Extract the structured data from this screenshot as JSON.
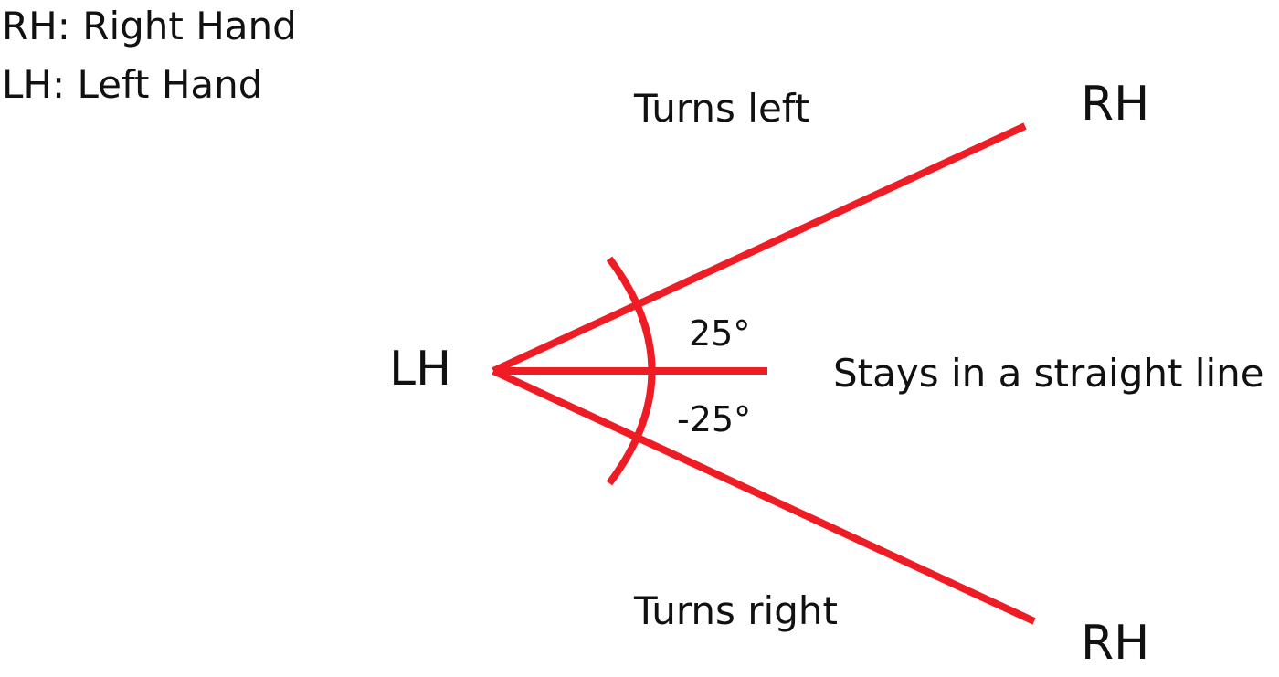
{
  "legend": {
    "rh": "RH: Right Hand",
    "lh": "LH: Left Hand"
  },
  "labels": {
    "lh": "LH",
    "rh_top": "RH",
    "rh_bottom": "RH",
    "turns_left": "Turns left",
    "turns_right": "Turns right",
    "straight": "Stays in a straight line",
    "angle_pos": "25°",
    "angle_neg": "-25°"
  },
  "colors": {
    "line": "#ee1c25",
    "text": "#111111"
  }
}
